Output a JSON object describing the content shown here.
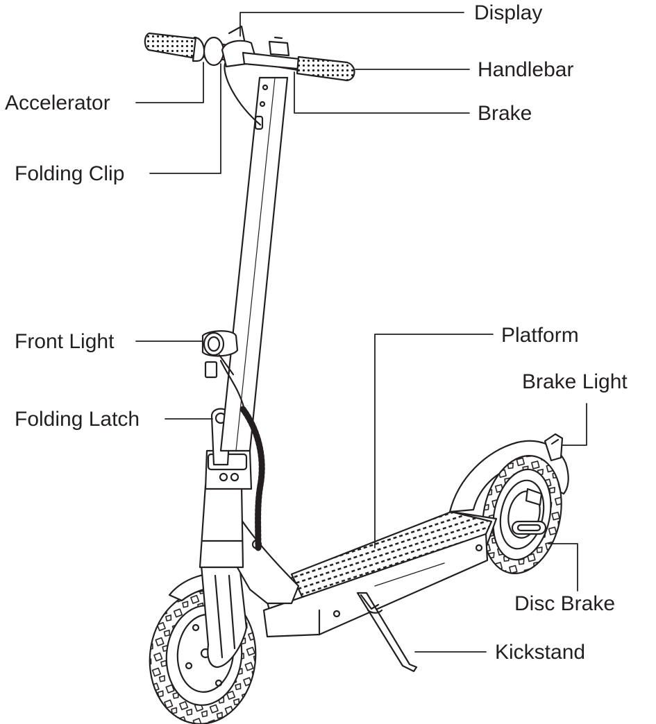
{
  "labels": {
    "display": "Display",
    "handlebar": "Handlebar",
    "brake": "Brake",
    "accelerator": "Accelerator",
    "folding_clip": "Folding Clip",
    "front_light": "Front Light",
    "platform": "Platform",
    "brake_light": "Brake Light",
    "folding_latch": "Folding Latch",
    "disc_brake": "Disc Brake",
    "kickstand": "Kickstand"
  },
  "colors": {
    "line": "#231f20",
    "background": "#ffffff"
  }
}
